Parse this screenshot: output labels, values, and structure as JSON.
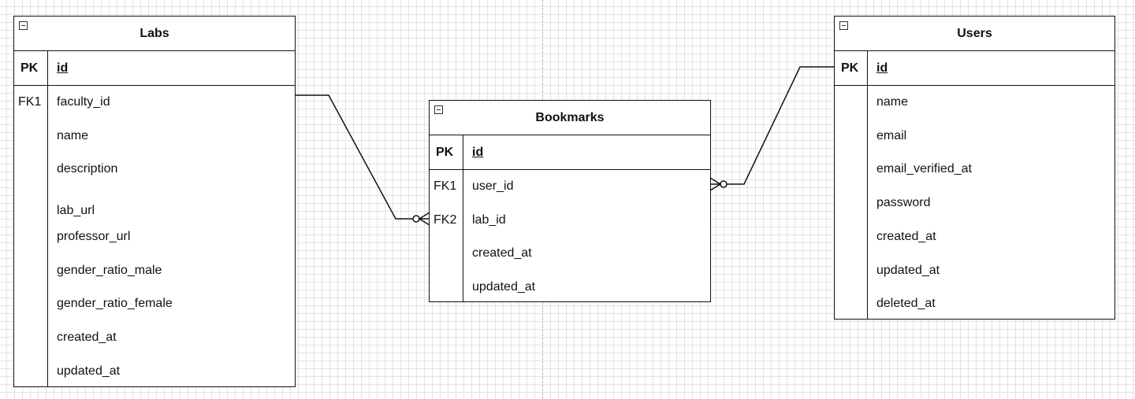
{
  "entities": {
    "labs": {
      "title": "Labs",
      "pk_label": "PK",
      "pk_field": "id",
      "fields": [
        {
          "key": "FK1",
          "name": "faculty_id"
        },
        {
          "key": "",
          "name": "name"
        },
        {
          "key": "",
          "name": "description"
        },
        {
          "key": "",
          "name": "lab_url"
        },
        {
          "key": "",
          "name": "professor_url"
        },
        {
          "key": "",
          "name": "gender_ratio_male"
        },
        {
          "key": "",
          "name": "gender_ratio_female"
        },
        {
          "key": "",
          "name": "created_at"
        },
        {
          "key": "",
          "name": "updated_at"
        }
      ]
    },
    "bookmarks": {
      "title": "Bookmarks",
      "pk_label": "PK",
      "pk_field": "id",
      "fields": [
        {
          "key": "FK1",
          "name": "user_id"
        },
        {
          "key": "FK2",
          "name": "lab_id"
        },
        {
          "key": "",
          "name": "created_at"
        },
        {
          "key": "",
          "name": "updated_at"
        }
      ]
    },
    "users": {
      "title": "Users",
      "pk_label": "PK",
      "pk_field": "id",
      "fields": [
        {
          "key": "",
          "name": "name"
        },
        {
          "key": "",
          "name": "email"
        },
        {
          "key": "",
          "name": "email_verified_at"
        },
        {
          "key": "",
          "name": "password"
        },
        {
          "key": "",
          "name": "created_at"
        },
        {
          "key": "",
          "name": "updated_at"
        },
        {
          "key": "",
          "name": "deleted_at"
        }
      ]
    }
  },
  "relationships": [
    {
      "from": "labs.faculty_id",
      "to": "bookmarks.lab_id",
      "from_end": "one",
      "to_end": "zero-or-many"
    },
    {
      "from": "users.id",
      "to": "bookmarks.user_id",
      "from_end": "one",
      "to_end": "zero-or-many"
    }
  ]
}
